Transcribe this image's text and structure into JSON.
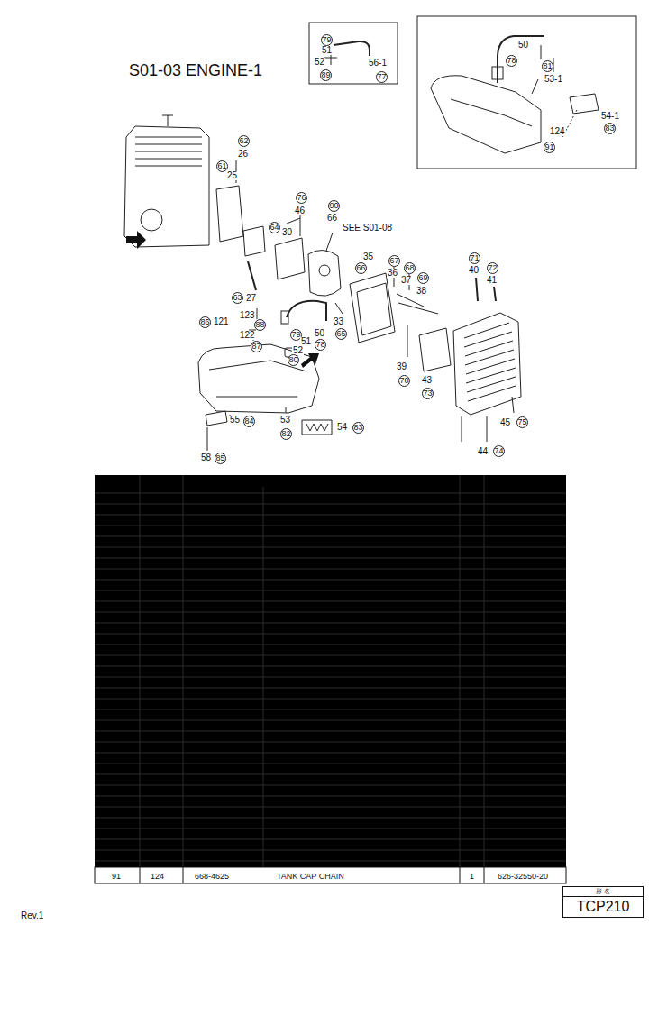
{
  "diagram": {
    "title": "S01-03 ENGINE-1",
    "nodes": [
      {
        "text": [
          "形 名",
          "TCP210"
        ]
      }
    ],
    "labels": [
      "79",
      "51",
      "52",
      "56-1",
      "89",
      "77",
      "50",
      "78",
      "81",
      "53-1",
      "54-1",
      "83",
      "124",
      "91",
      "62",
      "26",
      "61",
      "25",
      "76",
      "46",
      "90",
      "66",
      "SEE S01-08",
      "64",
      "30",
      "35",
      "66",
      "67",
      "36",
      "68",
      "37",
      "69",
      "38",
      "71",
      "40",
      "72",
      "41",
      "63",
      "27",
      "86",
      "121",
      "123",
      "88",
      "122",
      "87",
      "33",
      "65",
      "50",
      "78",
      "79",
      "51",
      "52",
      "80",
      "39",
      "70",
      "43",
      "73",
      "45",
      "75",
      "44",
      "74",
      "53",
      "82",
      "54",
      "83",
      "55",
      "84",
      "58",
      "85",
      "91",
      "124",
      "668-4625",
      "TANK CAP CHAIN",
      "1",
      "626-32550-20",
      "Rev.1"
    ]
  }
}
